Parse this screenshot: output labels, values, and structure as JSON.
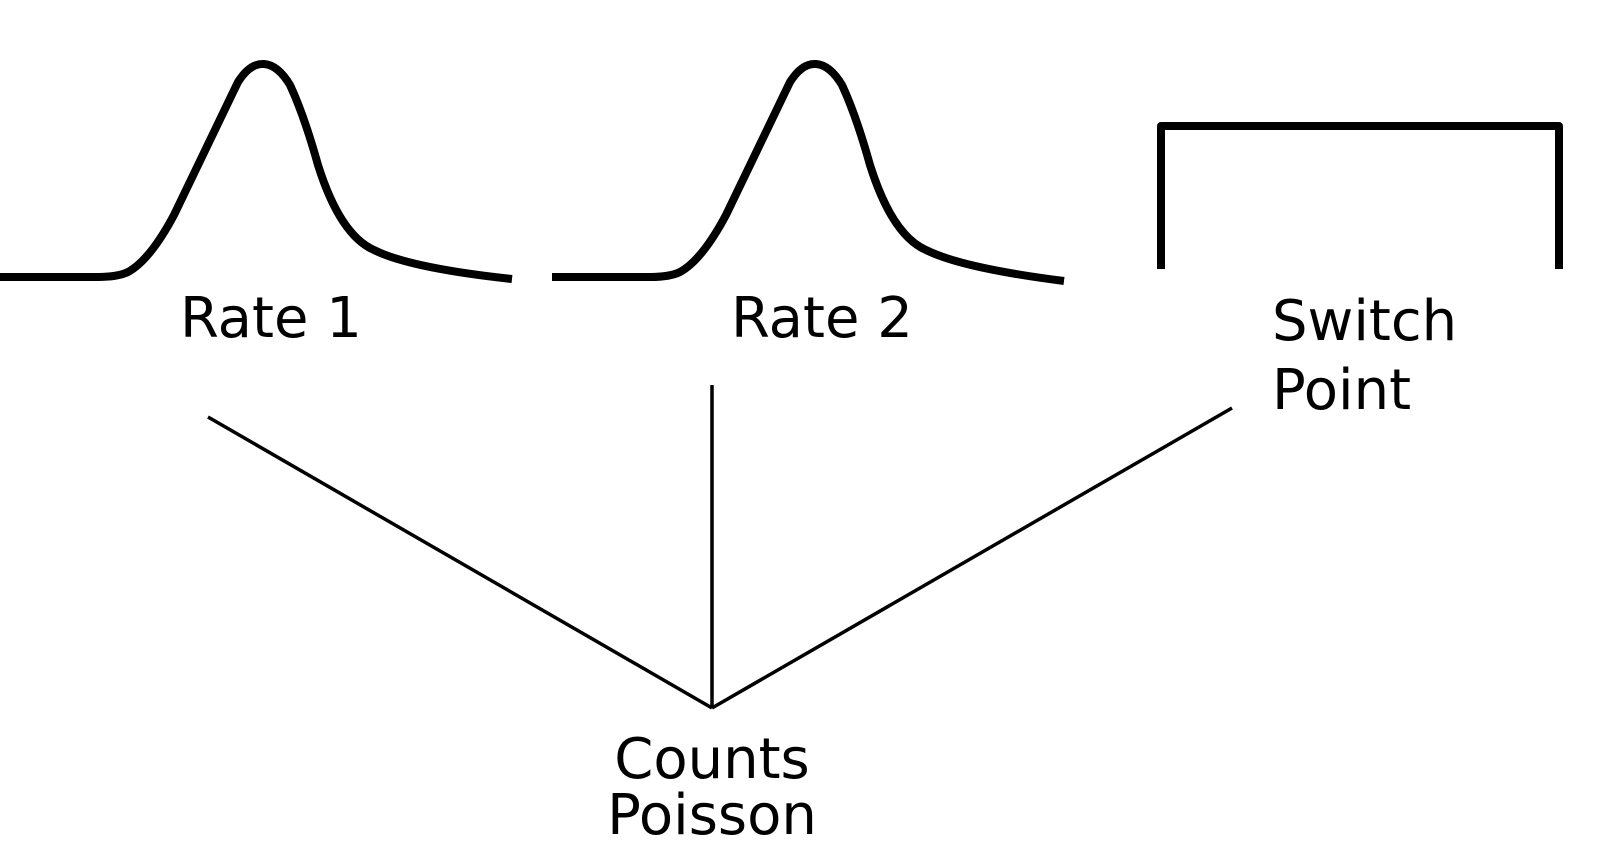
{
  "nodes": {
    "rate1": {
      "label": "Rate 1",
      "prior_shape": "bell-curve"
    },
    "rate2": {
      "label": "Rate 2",
      "prior_shape": "bell-curve"
    },
    "switch_point": {
      "label_line1": "Switch",
      "label_line2": "Point",
      "prior_shape": "uniform"
    },
    "counts": {
      "label_line1": "Counts",
      "label_line2": "Poisson"
    }
  },
  "colors": {
    "stroke": "#000000",
    "background": "#ffffff"
  }
}
